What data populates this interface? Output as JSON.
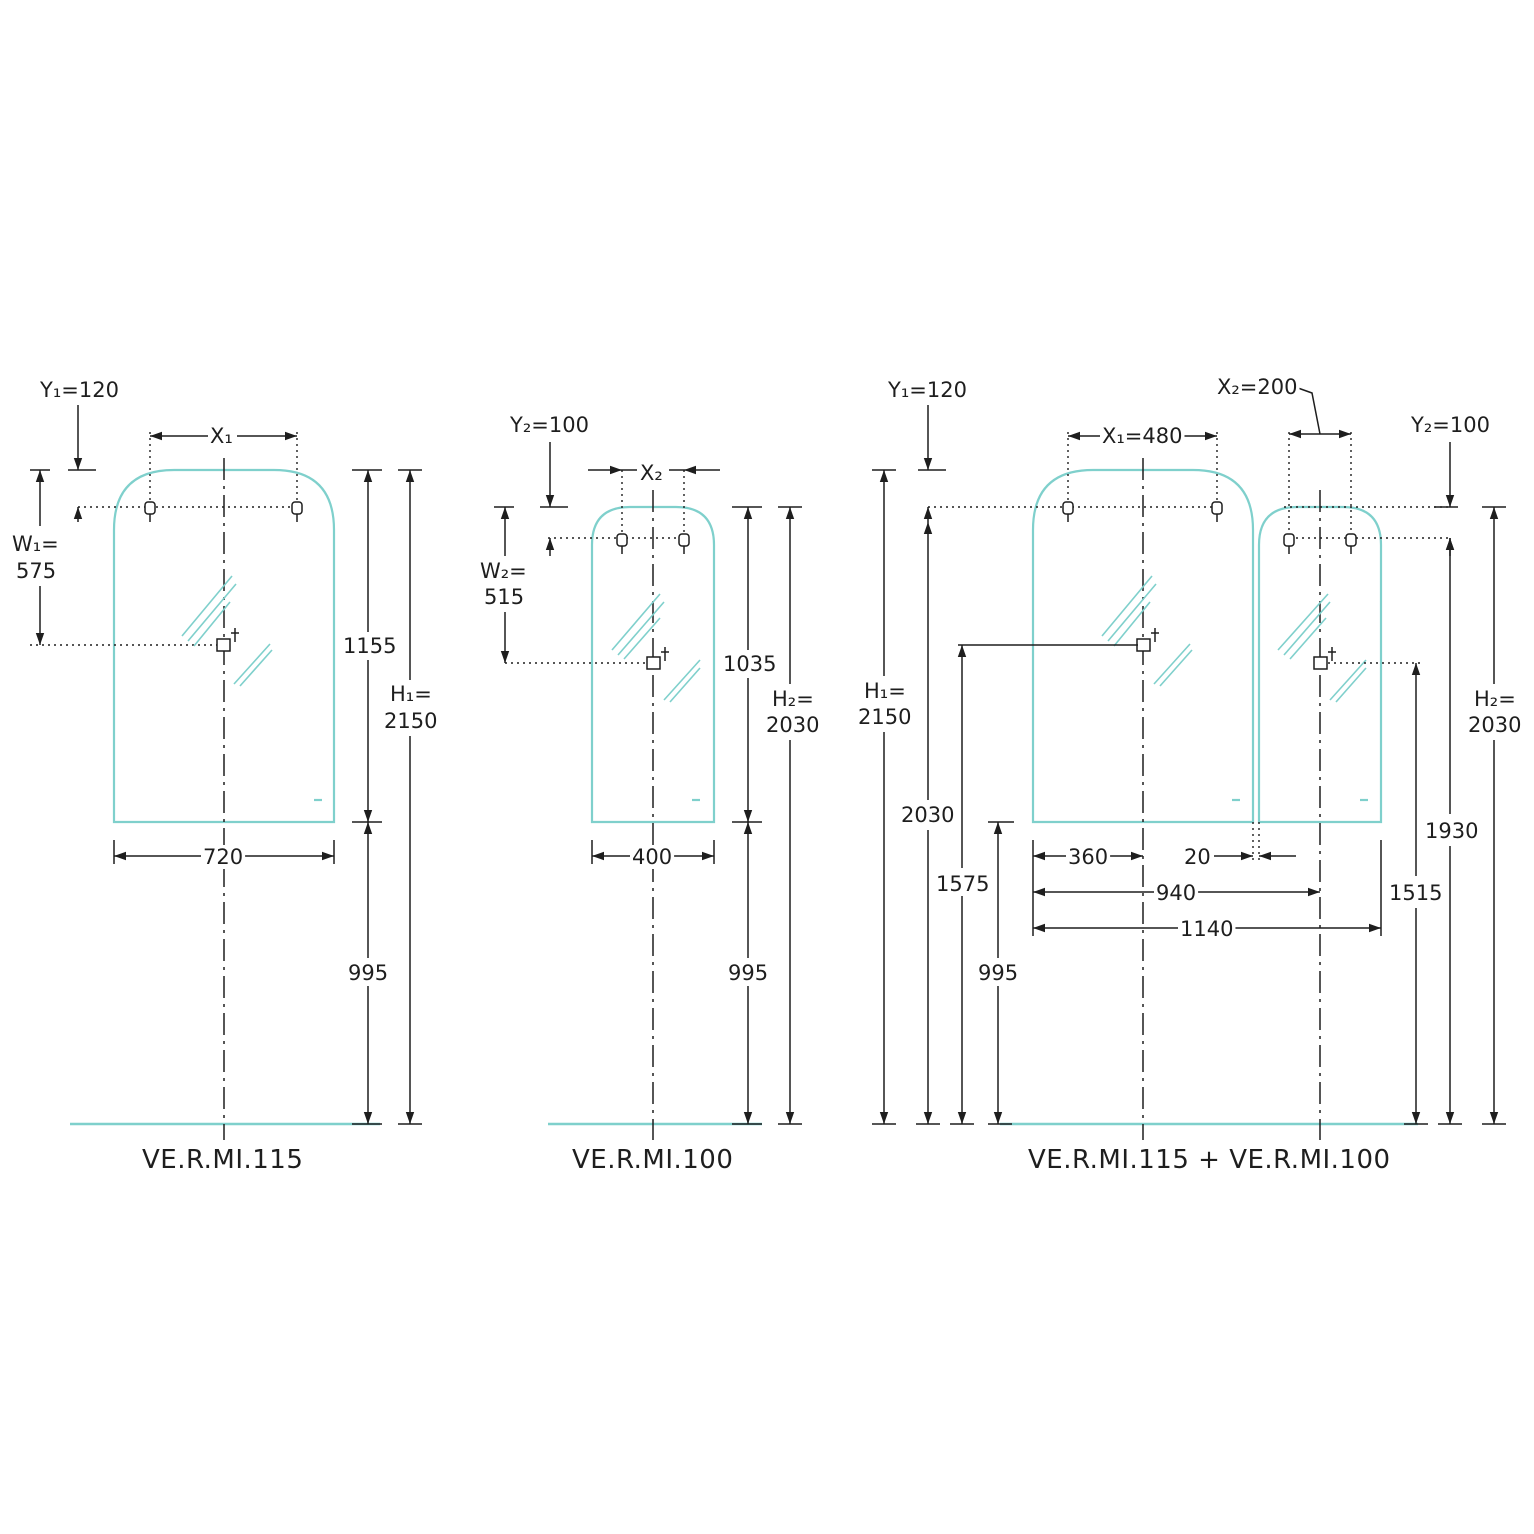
{
  "panels": {
    "left": {
      "caption": "VE.R.MI.115",
      "y1": "Y₁=120",
      "x1": "X₁",
      "w1_line1": "W₁=",
      "w1_line2": "575",
      "width": "720",
      "upper_height": "1155",
      "lower_height": "995",
      "h1_line1": "H₁=",
      "h1_line2": "2150"
    },
    "middle": {
      "caption": "VE.R.MI.100",
      "y2": "Y₂=100",
      "x2": "X₂",
      "w2_line1": "W₂=",
      "w2_line2": "515",
      "width": "400",
      "upper_height": "1035",
      "lower_height": "995",
      "h2_line1": "H₂=",
      "h2_line2": "2030"
    },
    "right": {
      "caption": "VE.R.MI.115 + VE.R.MI.100",
      "y1": "Y₁=120",
      "x2_200": "X₂=200",
      "x1_480": "X₁=480",
      "y2": "Y₂=100",
      "h1_line1": "H₁=",
      "h1_line2": "2150",
      "h2_line1": "H₂=",
      "h2_line2": "2030",
      "dim_2030": "2030",
      "dim_1575": "1575",
      "dim_995": "995",
      "dim_1930": "1930",
      "dim_1515": "1515",
      "dim_360": "360",
      "dim_20": "20",
      "dim_940": "940",
      "dim_1140": "1140"
    }
  },
  "colors": {
    "glass_outline": "#7fd0cc",
    "line": "#1e1e1e",
    "background": "#ffffff"
  },
  "icons": [
    "wall-clip-icon",
    "light-switch-icon",
    "glass-reflection-icon"
  ]
}
